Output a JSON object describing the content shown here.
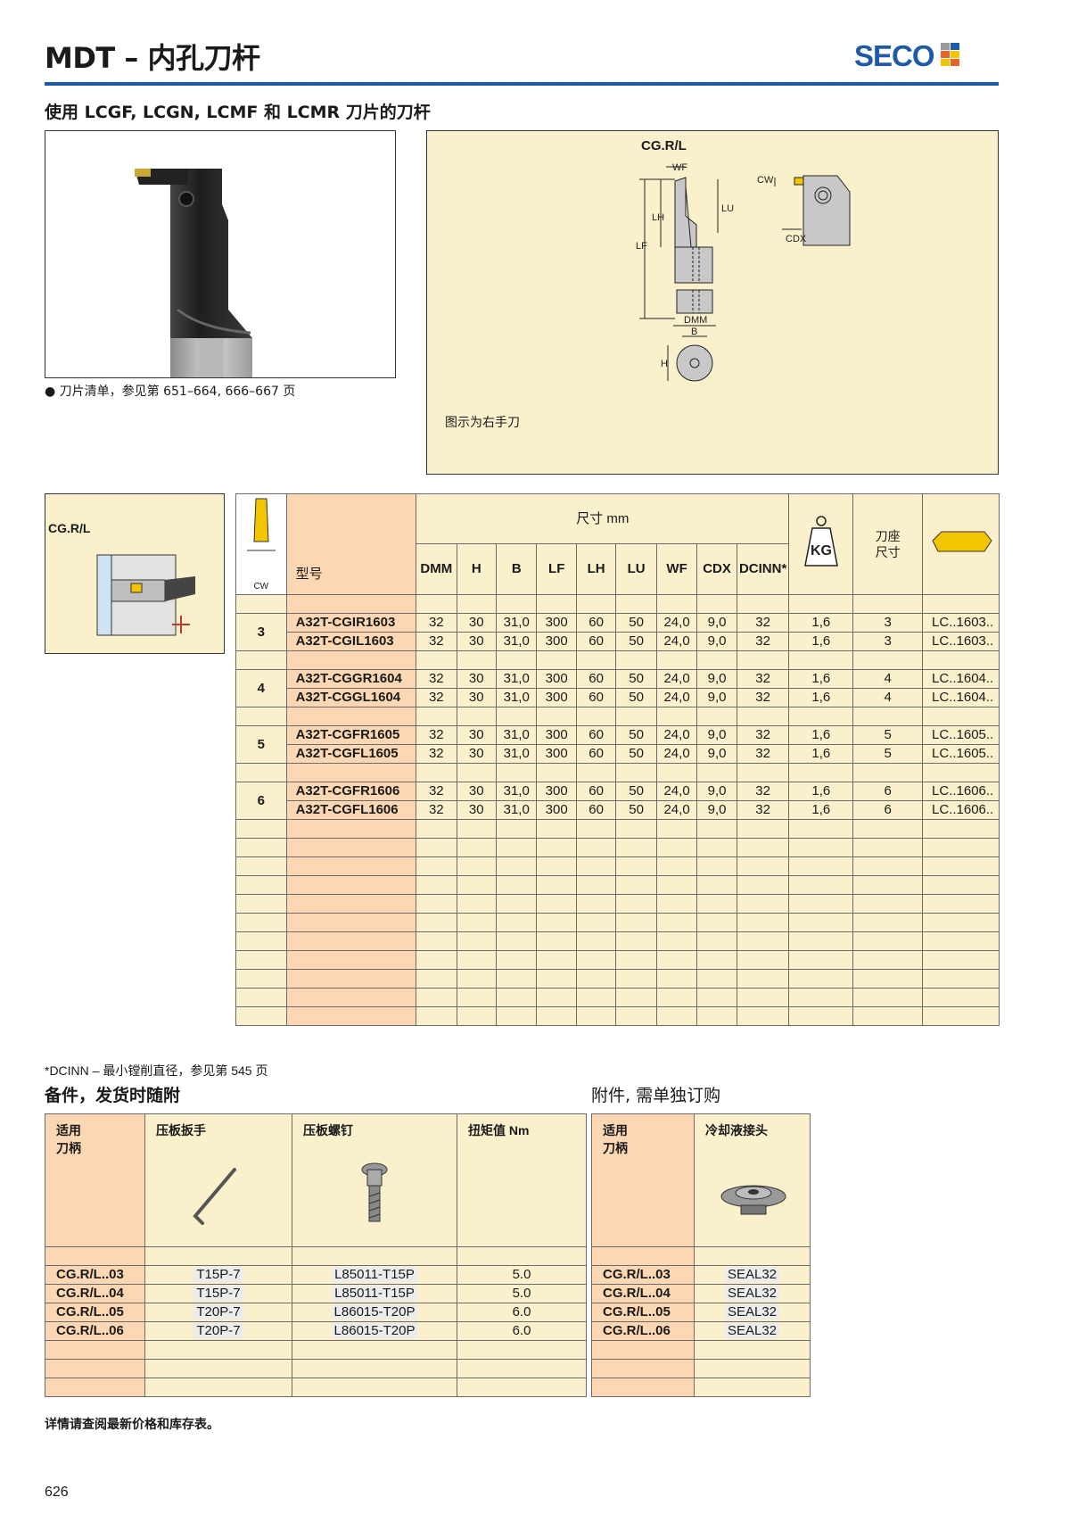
{
  "header": {
    "title": "MDT – 内孔刀杆",
    "subtitle": "使用 LCGF, LCGN, LCMF 和 LCMR 刀片的刀杆",
    "brand": "SECO",
    "brand_colors": [
      "#1f5aa6",
      "#f3c400",
      "#e8632b",
      "#9a9a9a"
    ]
  },
  "photo": {
    "note": "刀片清单，参见第 651–664, 666–667 页"
  },
  "diagram": {
    "label": "CG.R/L",
    "caption": "图示为右手刀",
    "dims": {
      "wf": "WF",
      "cw": "CW",
      "lh": "LH",
      "lu": "LU",
      "lf": "LF",
      "cdx": "CDX",
      "dmm": "DMM",
      "b": "B",
      "h": "H"
    }
  },
  "tool_fig": {
    "label": "CG.R/L"
  },
  "main_table": {
    "headers": {
      "cw": "CW",
      "model": "型号",
      "dims_group": "尺寸 mm",
      "columns": [
        "DMM",
        "H",
        "B",
        "LF",
        "LH",
        "LU",
        "WF",
        "CDX",
        "DCINN*"
      ],
      "kg": "KG",
      "seat": "刀座\n尺寸"
    },
    "groups": [
      {
        "cw": "3",
        "rows": [
          {
            "model": "A32T-CGIR1603",
            "values": [
              "32",
              "30",
              "31,0",
              "300",
              "60",
              "50",
              "24,0",
              "9,0",
              "32"
            ],
            "kg": "1,6",
            "seat": "3",
            "insert": "LC..1603.."
          },
          {
            "model": "A32T-CGIL1603",
            "values": [
              "32",
              "30",
              "31,0",
              "300",
              "60",
              "50",
              "24,0",
              "9,0",
              "32"
            ],
            "kg": "1,6",
            "seat": "3",
            "insert": "LC..1603.."
          }
        ]
      },
      {
        "cw": "4",
        "rows": [
          {
            "model": "A32T-CGGR1604",
            "values": [
              "32",
              "30",
              "31,0",
              "300",
              "60",
              "50",
              "24,0",
              "9,0",
              "32"
            ],
            "kg": "1,6",
            "seat": "4",
            "insert": "LC..1604.."
          },
          {
            "model": "A32T-CGGL1604",
            "values": [
              "32",
              "30",
              "31,0",
              "300",
              "60",
              "50",
              "24,0",
              "9,0",
              "32"
            ],
            "kg": "1,6",
            "seat": "4",
            "insert": "LC..1604.."
          }
        ]
      },
      {
        "cw": "5",
        "rows": [
          {
            "model": "A32T-CGFR1605",
            "values": [
              "32",
              "30",
              "31,0",
              "300",
              "60",
              "50",
              "24,0",
              "9,0",
              "32"
            ],
            "kg": "1,6",
            "seat": "5",
            "insert": "LC..1605.."
          },
          {
            "model": "A32T-CGFL1605",
            "values": [
              "32",
              "30",
              "31,0",
              "300",
              "60",
              "50",
              "24,0",
              "9,0",
              "32"
            ],
            "kg": "1,6",
            "seat": "5",
            "insert": "LC..1605.."
          }
        ]
      },
      {
        "cw": "6",
        "rows": [
          {
            "model": "A32T-CGFR1606",
            "values": [
              "32",
              "30",
              "31,0",
              "300",
              "60",
              "50",
              "24,0",
              "9,0",
              "32"
            ],
            "kg": "1,6",
            "seat": "6",
            "insert": "LC..1606.."
          },
          {
            "model": "A32T-CGFL1606",
            "values": [
              "32",
              "30",
              "31,0",
              "300",
              "60",
              "50",
              "24,0",
              "9,0",
              "32"
            ],
            "kg": "1,6",
            "seat": "6",
            "insert": "LC..1606.."
          }
        ]
      }
    ],
    "empty_rows": 11
  },
  "footnote": "*DCINN – 最小镗削直径，参见第 545 页",
  "spares": {
    "title": "备件，发货时随附",
    "headers": [
      "适用\n刀柄",
      "压板扳手",
      "压板螺钉",
      "扭矩值 Nm"
    ],
    "rows": [
      {
        "holder": "CG.R/L..03",
        "key": "T15P-7",
        "screw": "L85011-T15P",
        "torque": "5.0"
      },
      {
        "holder": "CG.R/L..04",
        "key": "T15P-7",
        "screw": "L85011-T15P",
        "torque": "5.0"
      },
      {
        "holder": "CG.R/L..05",
        "key": "T20P-7",
        "screw": "L86015-T20P",
        "torque": "6.0"
      },
      {
        "holder": "CG.R/L..06",
        "key": "T20P-7",
        "screw": "L86015-T20P",
        "torque": "6.0"
      }
    ]
  },
  "accessories": {
    "title": "附件, 需单独订购",
    "headers": [
      "适用\n刀柄",
      "冷却液接头"
    ],
    "rows": [
      {
        "holder": "CG.R/L..03",
        "item": "SEAL32"
      },
      {
        "holder": "CG.R/L..04",
        "item": "SEAL32"
      },
      {
        "holder": "CG.R/L..05",
        "item": "SEAL32"
      },
      {
        "holder": "CG.R/L..06",
        "item": "SEAL32"
      }
    ]
  },
  "bottom_note": "详情请查阅最新价格和库存表。",
  "page_number": "626"
}
